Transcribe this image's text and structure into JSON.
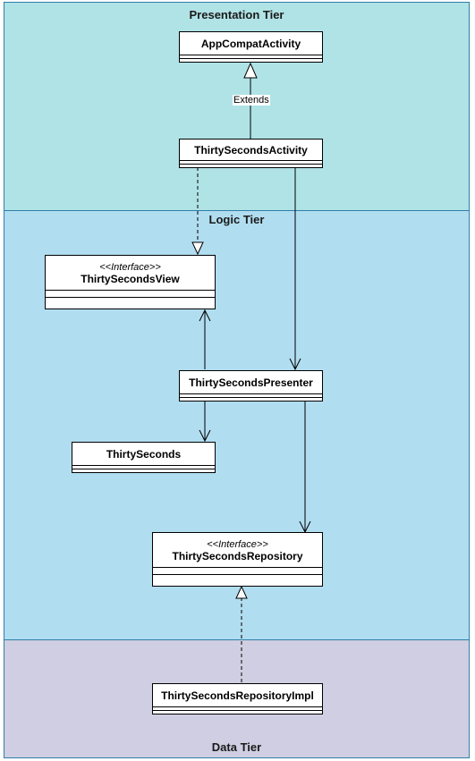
{
  "tiers": {
    "presentation": "Presentation Tier",
    "logic": "Logic Tier",
    "data": "Data Tier"
  },
  "classes": {
    "appcompat": {
      "name": "AppCompatActivity"
    },
    "activity": {
      "name": "ThirtySecondsActivity"
    },
    "view": {
      "stereotype": "<<Interface>>",
      "name": "ThirtySecondsView"
    },
    "presenter": {
      "name": "ThirtySecondsPresenter"
    },
    "model": {
      "name": "ThirtySeconds"
    },
    "repository": {
      "stereotype": "<<Interface>>",
      "name": "ThirtySecondsRepository"
    },
    "repoimpl": {
      "name": "ThirtySecondsRepositoryImpl"
    }
  },
  "edges": {
    "extends_label": "Extends"
  }
}
